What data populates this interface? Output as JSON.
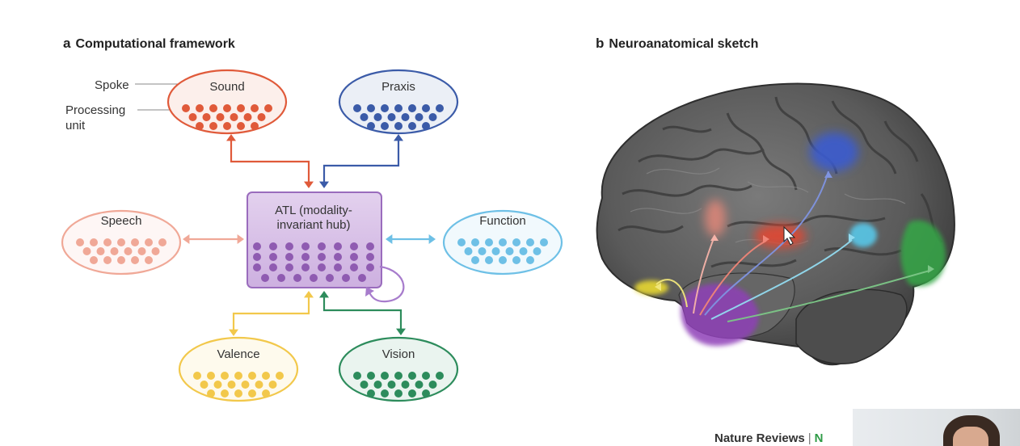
{
  "panel_a": {
    "letter": "a",
    "title": "Computational framework",
    "annotations": {
      "spoke": "Spoke",
      "processing_unit_line1": "Processing",
      "processing_unit_line2": "unit"
    },
    "hub": {
      "label_line1": "ATL (modality-",
      "label_line2": "invariant hub)",
      "color": "#8f5bb1",
      "fill": "#d9c4e6"
    },
    "spokes": [
      {
        "id": "sound",
        "label": "Sound",
        "color": "#e05a3a"
      },
      {
        "id": "praxis",
        "label": "Praxis",
        "color": "#3b5ba8"
      },
      {
        "id": "speech",
        "label": "Speech",
        "color": "#f0a897"
      },
      {
        "id": "function",
        "label": "Function",
        "color": "#6ec0e6"
      },
      {
        "id": "valence",
        "label": "Valence",
        "color": "#f2c84b"
      },
      {
        "id": "vision",
        "label": "Vision",
        "color": "#2d8c5c"
      }
    ]
  },
  "panel_b": {
    "letter": "b",
    "title": "Neuroanatomical sketch",
    "regions": [
      {
        "name": "atl-hub",
        "color": "#8f3fb8"
      },
      {
        "name": "praxis-region",
        "color": "#3a5bd0"
      },
      {
        "name": "sound-region",
        "color": "#e8442e"
      },
      {
        "name": "speech-region",
        "color": "#f08a7a"
      },
      {
        "name": "function-region",
        "color": "#58c7e8"
      },
      {
        "name": "vision-region",
        "color": "#35a846"
      },
      {
        "name": "valence-region",
        "color": "#e8d832"
      }
    ]
  },
  "footer": {
    "journal": "Nature Reviews",
    "separator": "|",
    "cut": "N"
  }
}
